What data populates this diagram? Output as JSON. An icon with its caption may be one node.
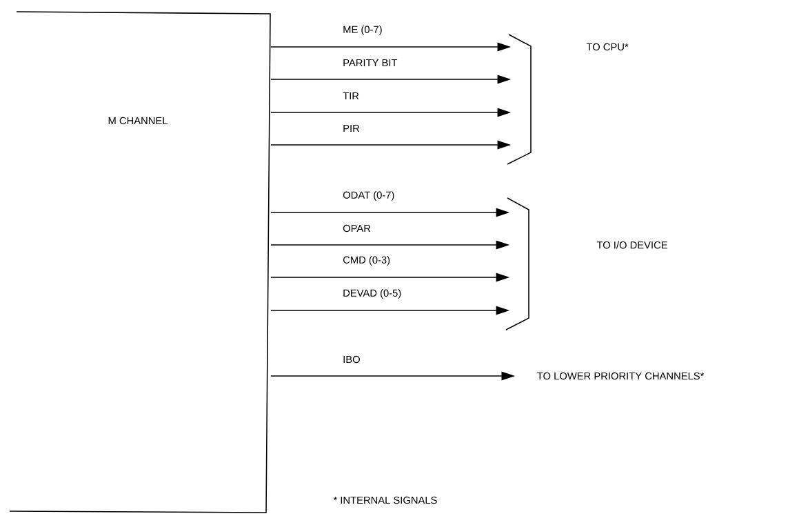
{
  "diagram": {
    "nodes": [
      {
        "text": [
          "M CHANNEL"
        ]
      },
      {
        "text": [],
        "shape": "bracket"
      },
      {
        "text": [],
        "shape": "bracket"
      },
      {
        "text": [
          "TO LOWER PRIORITY CHANNELS*"
        ]
      }
    ],
    "edges": [
      {
        "from": 0,
        "to": 1,
        "arrow": "to",
        "label": "ME (0-7)"
      },
      {
        "from": 0,
        "to": 1,
        "arrow": "to",
        "label": "PARITY BIT"
      },
      {
        "from": 0,
        "to": 1,
        "arrow": "to",
        "label": "TIR"
      },
      {
        "from": 0,
        "to": 1,
        "arrow": "to",
        "label": "PIR"
      },
      {
        "from": 0,
        "to": 2,
        "arrow": "to",
        "label": "ODAT (0-7)"
      },
      {
        "from": 0,
        "to": 2,
        "arrow": "to",
        "label": "OPAR"
      },
      {
        "from": 0,
        "to": 2,
        "arrow": "to",
        "label": "CMD (0-3)"
      },
      {
        "from": 0,
        "to": 2,
        "arrow": "to",
        "label": "DEVAD (0-5)"
      },
      {
        "from": 0,
        "to": 3,
        "arrow": "to",
        "label": "IBO"
      }
    ],
    "labels": [
      "TO CPU*",
      "TO I/O DEVICE",
      "* INTERNAL SIGNALS"
    ]
  }
}
